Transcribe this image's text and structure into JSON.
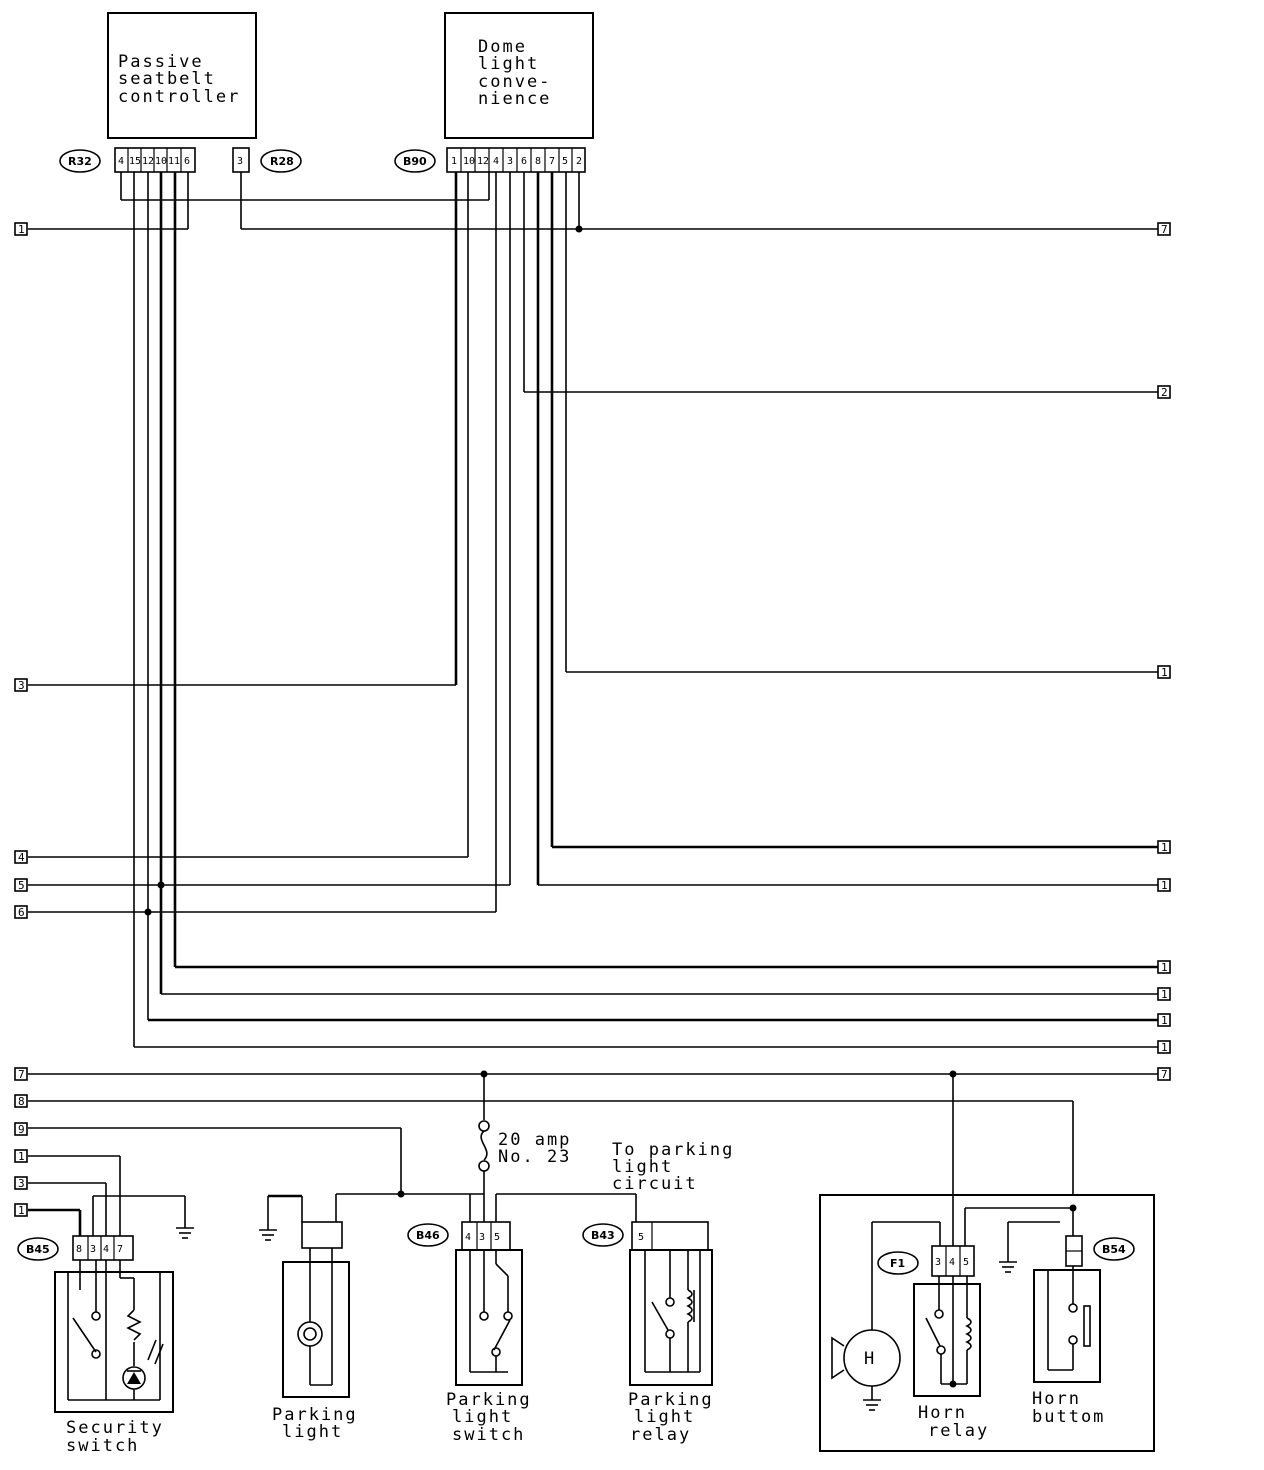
{
  "components": {
    "passive_seatbelt": [
      "Passive",
      "seatbelt",
      "controller"
    ],
    "dome_light": [
      "Dome",
      "light",
      "conve-",
      "nience"
    ],
    "security_switch": [
      "Security",
      "switch"
    ],
    "parking_light": [
      "Parking",
      "light"
    ],
    "parking_light_switch": [
      "Parking",
      "light",
      "switch"
    ],
    "parking_light_relay": [
      "Parking",
      "light",
      "relay"
    ],
    "horn_relay": [
      "Horn",
      "relay"
    ],
    "horn_button": [
      "Horn",
      "buttom"
    ],
    "horn": "H",
    "fuse": [
      "20 amp",
      "No. 23"
    ],
    "to_parking": [
      "To parking",
      "light",
      "circuit"
    ]
  },
  "connectors": {
    "r32": "R32",
    "r28": "R28",
    "b90": "B90",
    "b45": "B45",
    "b46": "B46",
    "b43": "B43",
    "f1": "F1",
    "b54": "B54"
  },
  "pins": {
    "r32": [
      "4",
      "15",
      "12",
      "10",
      "11",
      "6"
    ],
    "r28": [
      "3"
    ],
    "b90": [
      "1",
      "10",
      "12",
      "4",
      "3",
      "6",
      "8",
      "7",
      "5",
      "2"
    ],
    "b45": [
      "8",
      "3",
      "4",
      "7"
    ],
    "b46": [
      "4",
      "3",
      "5"
    ],
    "b43": [
      "5"
    ],
    "f1": [
      "3",
      "4",
      "5"
    ]
  },
  "terminals": {
    "left": [
      "1",
      "3",
      "4",
      "5",
      "6",
      "7",
      "8",
      "9",
      "1",
      "3",
      "1"
    ],
    "right": [
      "7",
      "2",
      "1",
      "1",
      "1",
      "1",
      "1",
      "1",
      "1",
      "7"
    ]
  }
}
